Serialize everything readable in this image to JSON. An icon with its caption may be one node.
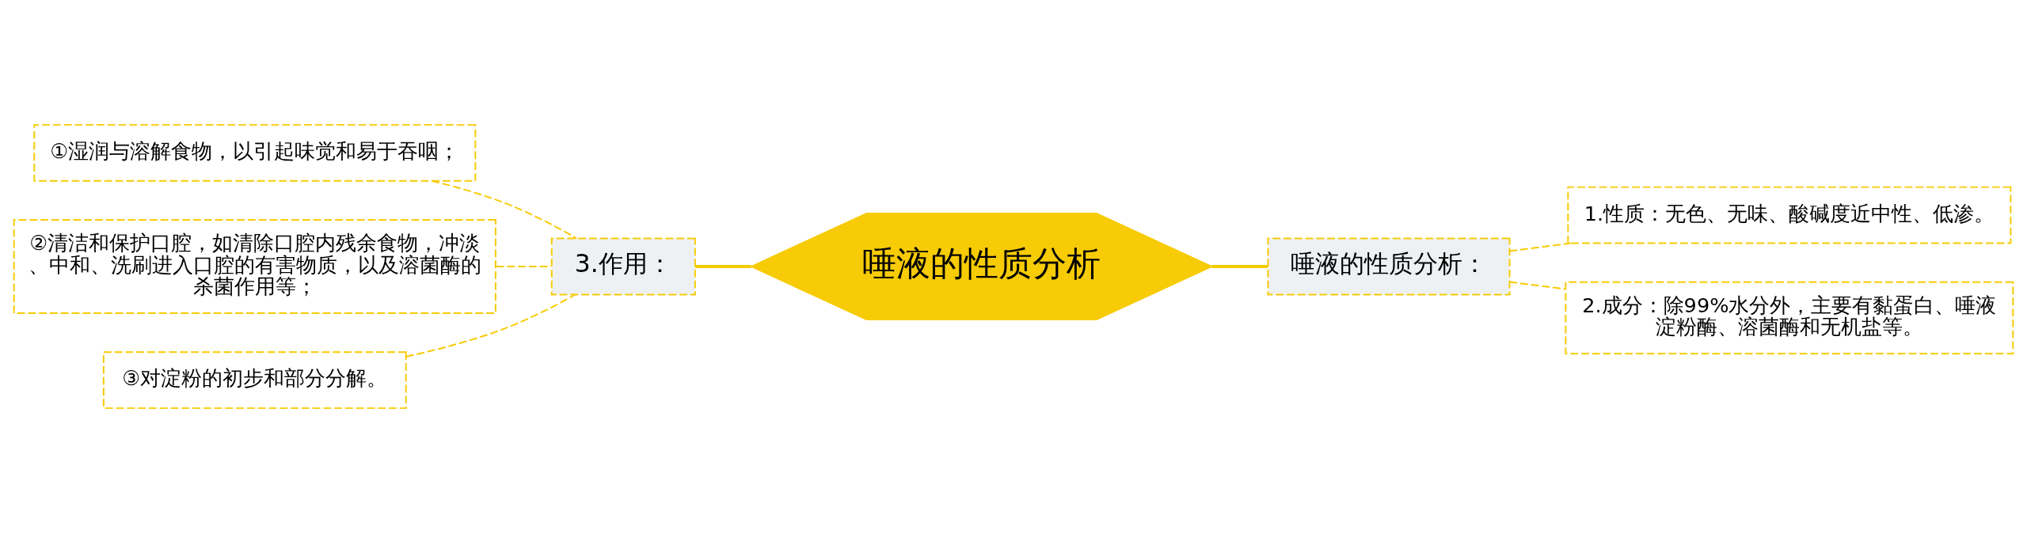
{
  "diagram": {
    "nodes": [
      {
        "text": [
          "唾液的性质分析"
        ]
      },
      {
        "text": [
          "3.作用："
        ]
      },
      {
        "text": [
          "①湿润与溶解食物，以引起味觉和易于吞咽；"
        ]
      },
      {
        "text": [
          "②清洁和保护口腔，如清除口腔内残余食物，冲淡、中和、洗刷进入口腔的有害物质，以及溶菌酶的杀菌作用等；"
        ]
      },
      {
        "text": [
          "③对淀粉的初步和部分分解。"
        ]
      },
      {
        "text": [
          "唾液的性质分析："
        ]
      },
      {
        "text": [
          "1.性质：无色、无味、酸碱度近中性、低渗。"
        ]
      },
      {
        "text": [
          "2.成分：除99%水分外，主要有黏蛋白、唾液淀粉酶、溶菌酶和无机盐等。"
        ]
      }
    ],
    "edges": [
      {
        "from": 0,
        "to": 1,
        "arrow": "none"
      },
      {
        "from": 1,
        "to": 2,
        "arrow": "none",
        "style": "dashed"
      },
      {
        "from": 1,
        "to": 3,
        "arrow": "none",
        "style": "dashed"
      },
      {
        "from": 1,
        "to": 4,
        "arrow": "none",
        "style": "dashed"
      },
      {
        "from": 0,
        "to": 5,
        "arrow": "none"
      },
      {
        "from": 5,
        "to": 6,
        "arrow": "none",
        "style": "dashed"
      },
      {
        "from": 5,
        "to": 7,
        "arrow": "none",
        "style": "dashed"
      }
    ]
  }
}
